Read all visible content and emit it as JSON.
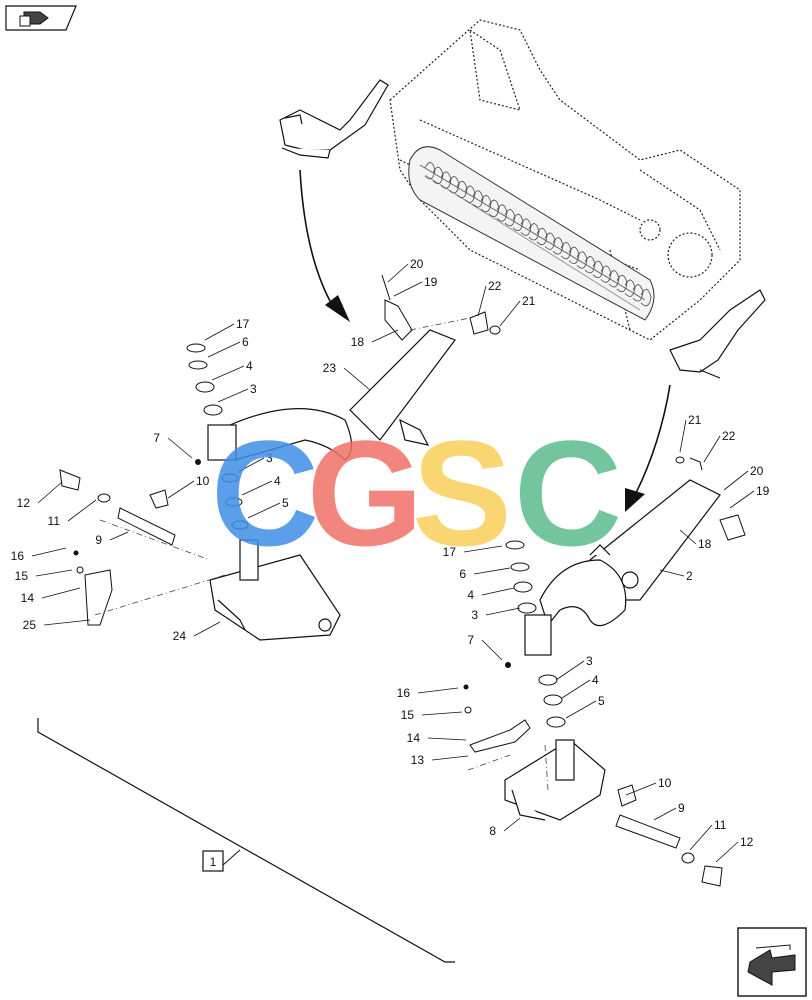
{
  "watermark": {
    "letters": [
      {
        "char": "C",
        "color": "#3f8fe8"
      },
      {
        "char": "G",
        "color": "#f07068"
      },
      {
        "char": "S",
        "color": "#f8d05a"
      },
      {
        "char": "C",
        "color": "#5bbb8c"
      }
    ]
  },
  "reference_box": {
    "label": "1"
  },
  "callouts_left": [
    "17",
    "6",
    "4",
    "3",
    "7",
    "3",
    "4",
    "5",
    "10",
    "12",
    "11",
    "9",
    "16",
    "15",
    "14",
    "25",
    "24",
    "23",
    "20",
    "19",
    "18",
    "22",
    "21"
  ],
  "callouts_right": [
    "21",
    "22",
    "20",
    "19",
    "18",
    "2",
    "17",
    "6",
    "4",
    "3",
    "7",
    "3",
    "4",
    "5",
    "16",
    "15",
    "14",
    "13",
    "10",
    "9",
    "8",
    "11",
    "12"
  ],
  "icons": {
    "top_left": "previous-page-icon",
    "bottom_right": "next-page-icon"
  },
  "colors": {
    "line": "#1a1a1a",
    "watermark_blue": "#3f8fe8",
    "watermark_red": "#f07068",
    "watermark_yellow": "#f8d05a",
    "watermark_green": "#5bbb8c"
  }
}
